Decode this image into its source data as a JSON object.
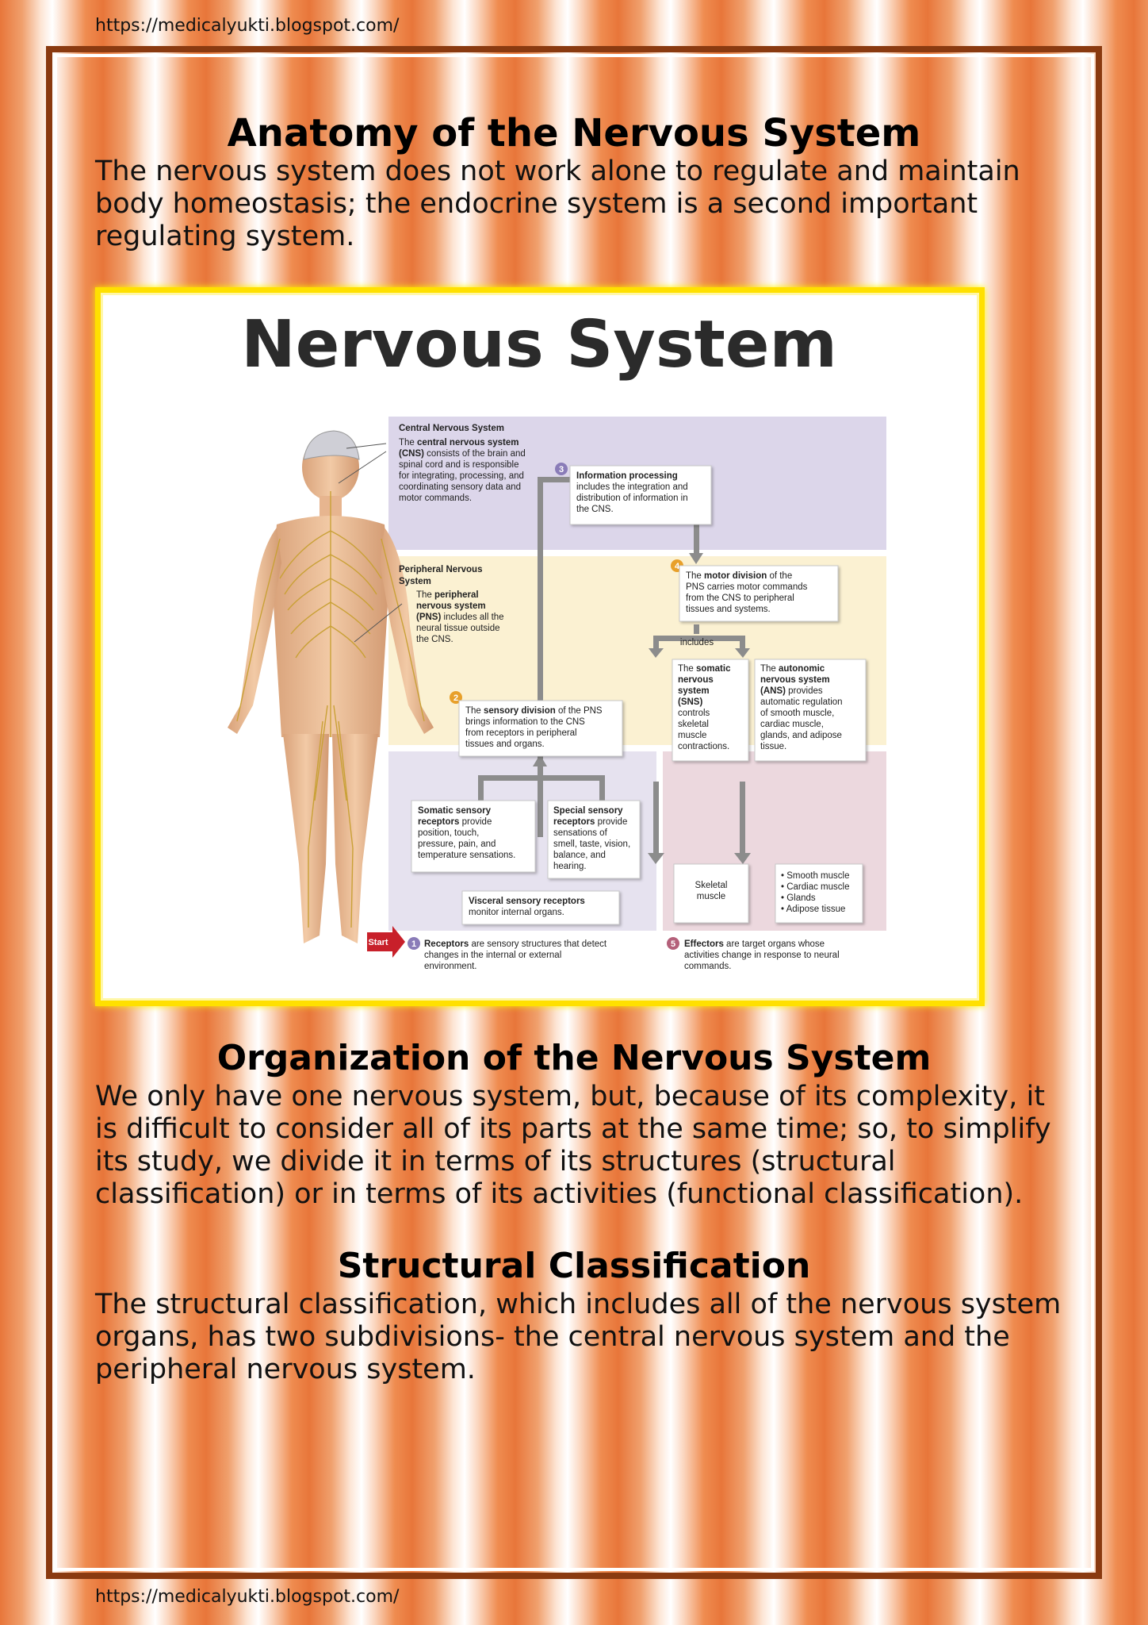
{
  "url": "https://medicalyukti.blogspot.com/",
  "sections": {
    "anatomy": {
      "heading": "Anatomy of the Nervous System",
      "line1": "The nervous system does not work alone to regulate and maintain",
      "line2": "body homeostasis; the endocrine system is a second important",
      "line3": "regulating system."
    },
    "organization": {
      "heading": "Organization of the Nervous System",
      "line1": "We only have one nervous system, but, because of its complexity, it",
      "line2": "is difficult to consider all of its parts at the same time; so, to simplify",
      "line3": "its study, we divide it in terms of its structures (structural",
      "line4": "classification) or in terms of its activities (functional classification)."
    },
    "structural": {
      "heading": "Structural Classification",
      "line1": "The structural classification, which includes all of the nervous system",
      "line2": "organs, has two subdivisions- the central nervous system and the",
      "line3": "peripheral nervous system."
    }
  },
  "figure": {
    "title": "Nervous System",
    "cns": {
      "heading": "Central Nervous System",
      "l1a": "The ",
      "l1b": "central nervous system",
      "l2a": "(CNS)",
      "l2b": " consists of the brain and",
      "l3": "spinal cord and is responsible",
      "l4": "for integrating, processing, and",
      "l5": "coordinating sensory data and",
      "l6": "motor commands."
    },
    "pns": {
      "heading1": "Peripheral Nervous",
      "heading2": "System",
      "l1a": "The ",
      "l1b": "peripheral",
      "l2": "nervous system",
      "l3a": "(PNS)",
      "l3b": " includes all the",
      "l4": "neural tissue outside",
      "l5": "the CNS."
    },
    "step3": {
      "num": "3",
      "l1": "Information processing",
      "l2": "includes the integration and",
      "l3": "distribution of information in",
      "l4": "the CNS."
    },
    "step4": {
      "num": "4",
      "l1a": "The ",
      "l1b": "motor division",
      "l1c": " of the",
      "l2": "PNS carries motor commands",
      "l3": "from the CNS to peripheral",
      "l4": "tissues and systems."
    },
    "includes": "includes",
    "step2": {
      "num": "2",
      "l1a": "The ",
      "l1b": "sensory division",
      "l1c": " of the PNS",
      "l2": "brings information to the CNS",
      "l3": "from receptors in peripheral",
      "l4": "tissues and organs."
    },
    "somatic_ns": {
      "l1": "The ",
      "l1b": "somatic",
      "l2": "nervous",
      "l3": "system",
      "l4": "(SNS)",
      "l5": "controls",
      "l6": "skeletal",
      "l7": "muscle",
      "l8": "contractions."
    },
    "autonomic_ns": {
      "l1a": "The ",
      "l1b": "autonomic",
      "l2": "nervous system",
      "l3a": "(ANS)",
      "l3b": " provides",
      "l4": "automatic regulation",
      "l5": "of smooth muscle,",
      "l6": "cardiac muscle,",
      "l7": "glands, and adipose",
      "l8": "tissue."
    },
    "somatic_receptors": {
      "l1": "Somatic sensory",
      "l2a": "receptors",
      "l2b": " provide",
      "l3": "position, touch,",
      "l4": "pressure, pain, and",
      "l5": "temperature sensations."
    },
    "special_receptors": {
      "l1": "Special sensory",
      "l2a": "receptors",
      "l2b": " provide",
      "l3": "sensations of",
      "l4": "smell, taste, vision,",
      "l5": "balance, and",
      "l6": "hearing."
    },
    "visceral": {
      "l1": "Visceral sensory receptors",
      "l2": "monitor internal organs."
    },
    "skeletal": {
      "l1": "Skeletal",
      "l2": "muscle"
    },
    "effector_list": [
      "• Smooth muscle",
      "• Cardiac muscle",
      "• Glands",
      "• Adipose tissue"
    ],
    "start": "Start",
    "step1": {
      "num": "1",
      "l1a": "Receptors",
      "l1b": " are sensory structures that detect",
      "l2": "changes in the internal or external",
      "l3": "environment."
    },
    "step5": {
      "num": "5",
      "l1a": "Effectors",
      "l1b": " are target organs whose",
      "l2": "activities change in response to neural",
      "l3": "commands."
    },
    "colors": {
      "cns_panel": "#dcd6ea",
      "pns_panel": "#fbf1d2",
      "receptor_panel": "#e6e2ef",
      "effector_panel": "#ecd8de",
      "step_yellow": "#e8a02a",
      "step_purple": "#8a7cb8",
      "step_pink": "#b4607a",
      "start_red": "#c8202a"
    }
  }
}
